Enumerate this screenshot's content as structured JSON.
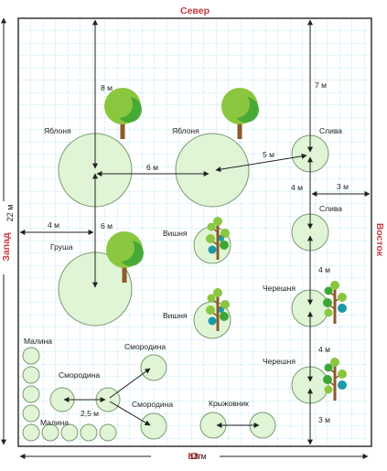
{
  "sides": {
    "north": "Север",
    "south": "Юг",
    "west": "Запад",
    "east": "Восток"
  },
  "overall_dimensions": {
    "width_label": "18 м",
    "height_label": "22 м"
  },
  "plant_labels": {
    "apple_1": "Яблоня",
    "apple_2": "Яблоня",
    "pear": "Груша",
    "cherry_1": "Вишня",
    "cherry_2": "Вишня",
    "plum_1": "Слива",
    "plum_2": "Слива",
    "sweet_cherry_1": "Черешня",
    "sweet_cherry_2": "Черешня",
    "raspberry_1": "Малина",
    "raspberry_2": "Малина",
    "currant_1": "Смородина",
    "currant_2": "Смородина",
    "currant_3": "Смородина",
    "gooseberry": "Крыжовник"
  },
  "distances": {
    "north_to_apple": "8 м",
    "north_to_plum": "7 м",
    "apple_to_apple": "6 м",
    "apple_to_plum": "5 м",
    "apple_to_pear": "6 м",
    "west_to_pear": "4 м",
    "plum_to_plum": "4 м",
    "plum_to_east": "3 м",
    "plum_to_sweet_cherry": "4 м",
    "sweet_cherry_to_sweet_cherry": "4 м",
    "sweet_cherry_to_south": "3 м",
    "currant_to_currant": "2,5 м"
  },
  "colors": {
    "grid": "#8fd4ec",
    "border": "#333333",
    "crown_fill": "#dff5d6",
    "crown_stroke": "#7a9a72",
    "accent_red": "#c8383b",
    "leaf_light": "#8bc63f",
    "leaf_dark": "#3fa535",
    "trunk": "#8b5a2b",
    "berry_blue": "#1c9aa8"
  }
}
